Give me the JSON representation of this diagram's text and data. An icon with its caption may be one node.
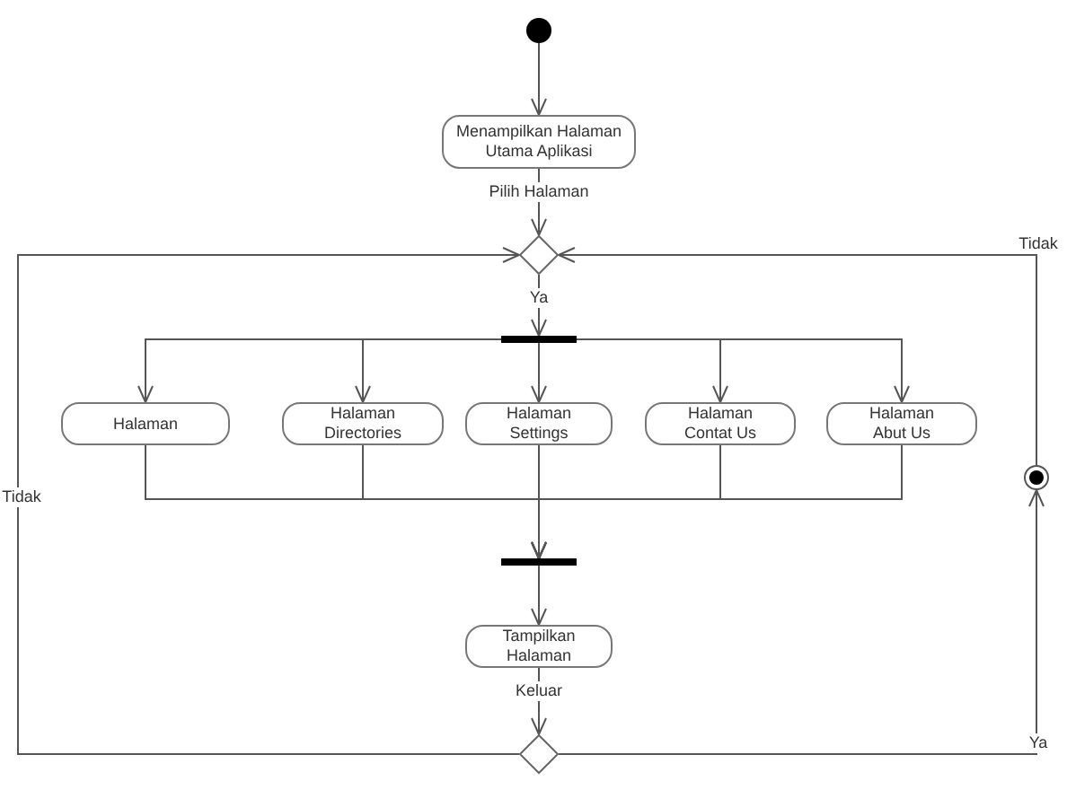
{
  "diagram": {
    "nodes": [
      {
        "text": [],
        "shape": "circle"
      },
      {
        "text": [
          "Menampilkan Halaman Utama Aplikasi"
        ]
      },
      {
        "text": [],
        "shape": "diamond"
      },
      {
        "text": [],
        "shape": "bar"
      },
      {
        "text": [
          "Halaman"
        ]
      },
      {
        "text": [
          "Halaman Directories"
        ]
      },
      {
        "text": [
          "Halaman Settings"
        ]
      },
      {
        "text": [
          "Halaman Contat Us"
        ]
      },
      {
        "text": [
          "Halaman Abut Us"
        ]
      },
      {
        "text": [],
        "shape": "bullseye"
      },
      {
        "text": [],
        "shape": "bar"
      },
      {
        "text": [
          "Tampilkan Halaman"
        ]
      },
      {
        "text": [],
        "shape": "diamond"
      }
    ],
    "edges": [
      {
        "from": 0,
        "to": 1,
        "arrow": "to"
      },
      {
        "from": 1,
        "to": 2,
        "arrow": "to",
        "label": "Pilih Halaman"
      },
      {
        "from": 2,
        "to": 3,
        "arrow": "to",
        "label": "Ya"
      },
      {
        "from": 3,
        "to": 4,
        "arrow": "to"
      },
      {
        "from": 3,
        "to": 5,
        "arrow": "to"
      },
      {
        "from": 3,
        "to": 6,
        "arrow": "to"
      },
      {
        "from": 3,
        "to": 7,
        "arrow": "to"
      },
      {
        "from": 3,
        "to": 8,
        "arrow": "to"
      },
      {
        "from": 4,
        "to": 10,
        "arrow": "to"
      },
      {
        "from": 5,
        "to": 10,
        "arrow": "to"
      },
      {
        "from": 6,
        "to": 10,
        "arrow": "to"
      },
      {
        "from": 7,
        "to": 10,
        "arrow": "to"
      },
      {
        "from": 8,
        "to": 10,
        "arrow": "to"
      },
      {
        "from": 10,
        "to": 11,
        "arrow": "to"
      },
      {
        "from": 11,
        "to": 12,
        "arrow": "to",
        "label": "Keluar"
      },
      {
        "from": 12,
        "to": 2,
        "arrow": "to",
        "label": "Tidak"
      },
      {
        "from": 12,
        "to": 9,
        "arrow": "to",
        "label": "Ya"
      },
      {
        "from": 9,
        "to": 2,
        "arrow": "to",
        "label": "Tidak"
      }
    ]
  }
}
